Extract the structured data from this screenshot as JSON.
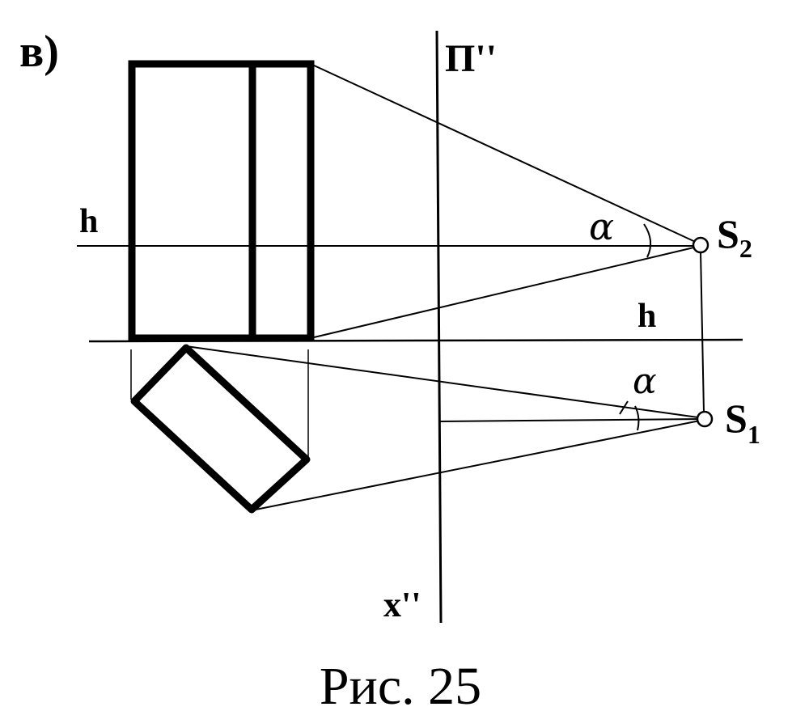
{
  "figure": {
    "panel_label": "в)",
    "caption": "Рис. 25",
    "labels": {
      "picture_plane": "П''",
      "axis": "x''",
      "horizon_upper": "h",
      "horizon_lower": "h",
      "angle_upper": "α",
      "angle_lower": "α",
      "station_front": "S",
      "station_front_sub": "2",
      "station_top": "S",
      "station_top_sub": "1"
    },
    "colors": {
      "ink": "#000000",
      "background": "#ffffff"
    }
  }
}
